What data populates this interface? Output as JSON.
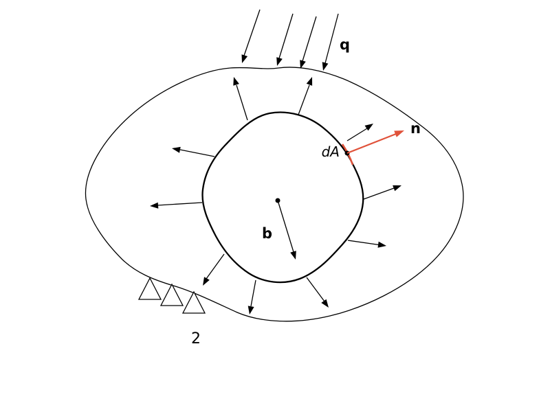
{
  "figure": {
    "labels": {
      "distributed_load": "q",
      "normal_vector": "n",
      "area_element": "dA",
      "body_force": "b",
      "figure_number": "2"
    },
    "colors": {
      "ink": "#000000",
      "highlight": "#e0523a",
      "background": "#ffffff"
    }
  }
}
